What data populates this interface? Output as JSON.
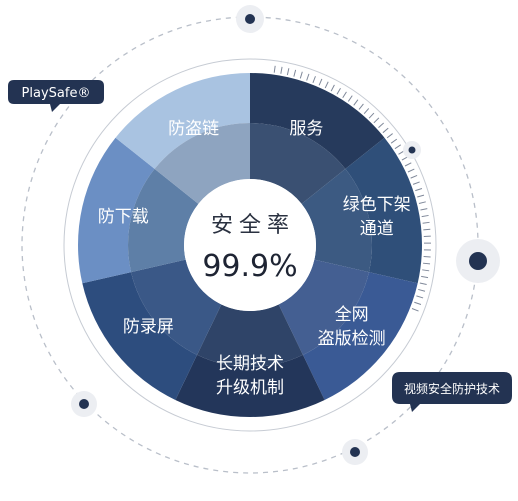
{
  "center": {
    "title": "安全率",
    "value": "99.9%"
  },
  "segments": [
    {
      "label_lines": [
        "服务"
      ],
      "outer": "#263a5c",
      "inner": "#3a5072"
    },
    {
      "label_lines": [
        "绿色下架",
        "通道"
      ],
      "outer": "#2f4f79",
      "inner": "#3c5a82"
    },
    {
      "label_lines": [
        "全网",
        "盗版检测"
      ],
      "outer": "#3a5a95",
      "inner": "#445f92"
    },
    {
      "label_lines": [
        "长期技术",
        "升级机制"
      ],
      "outer": "#23365a",
      "inner": "#2f4468"
    },
    {
      "label_lines": [
        "防录屏"
      ],
      "outer": "#2d4d7e",
      "inner": "#3a5887"
    },
    {
      "label_lines": [
        "防下载"
      ],
      "outer": "#6b8fc4",
      "inner": "#5e7fa7"
    },
    {
      "label_lines": [
        "防盗链"
      ],
      "outer": "#a9c3e1",
      "inner": "#8ea4c0"
    }
  ],
  "badges": {
    "playsafe": "PlaySafe®",
    "video_protection": "视频安全防护技术"
  },
  "colors": {
    "navy": "#233352",
    "dashed": "#b9bfc9"
  }
}
